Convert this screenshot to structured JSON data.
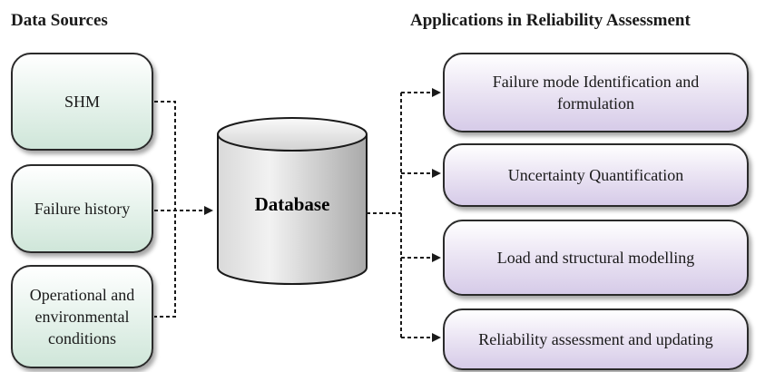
{
  "headings": {
    "sources": "Data Sources",
    "applications": "Applications in Reliability Assessment"
  },
  "sources": [
    {
      "label": "SHM"
    },
    {
      "label": "Failure history"
    },
    {
      "label": "Operational and environmental conditions"
    }
  ],
  "database": {
    "label": "Database"
  },
  "applications": [
    {
      "label": "Failure mode Identification and formulation"
    },
    {
      "label": "Uncertainty Quantification"
    },
    {
      "label": "Load and structural modelling"
    },
    {
      "label": "Reliability assessment and updating"
    }
  ],
  "colors": {
    "source_fill": "#cfe6d9",
    "application_fill": "#d6cbe8",
    "database_fill": "#c8c8c8",
    "connector": "#1a1a1a"
  }
}
